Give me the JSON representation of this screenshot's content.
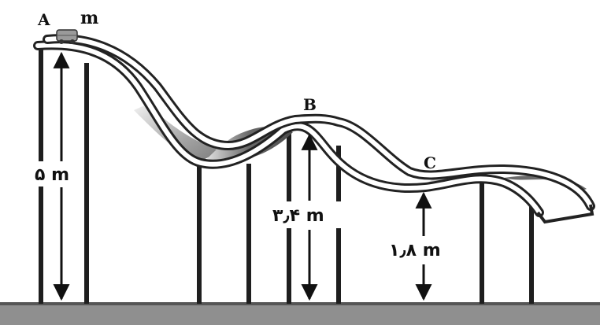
{
  "labels": {
    "point_a": "A",
    "mass": "m",
    "point_b": "B",
    "point_c": "C"
  },
  "heights": {
    "a": "۵ m",
    "b": "۳٫۴ m",
    "c": "۱٫۸ m"
  },
  "colors": {
    "track": "#2a2a2a",
    "rail_fill": "#ffffff",
    "shade": "#5d5d5d",
    "ground": "#8a8a8a",
    "posts": "#1e1e1e",
    "cart": "#9a9a9a"
  }
}
